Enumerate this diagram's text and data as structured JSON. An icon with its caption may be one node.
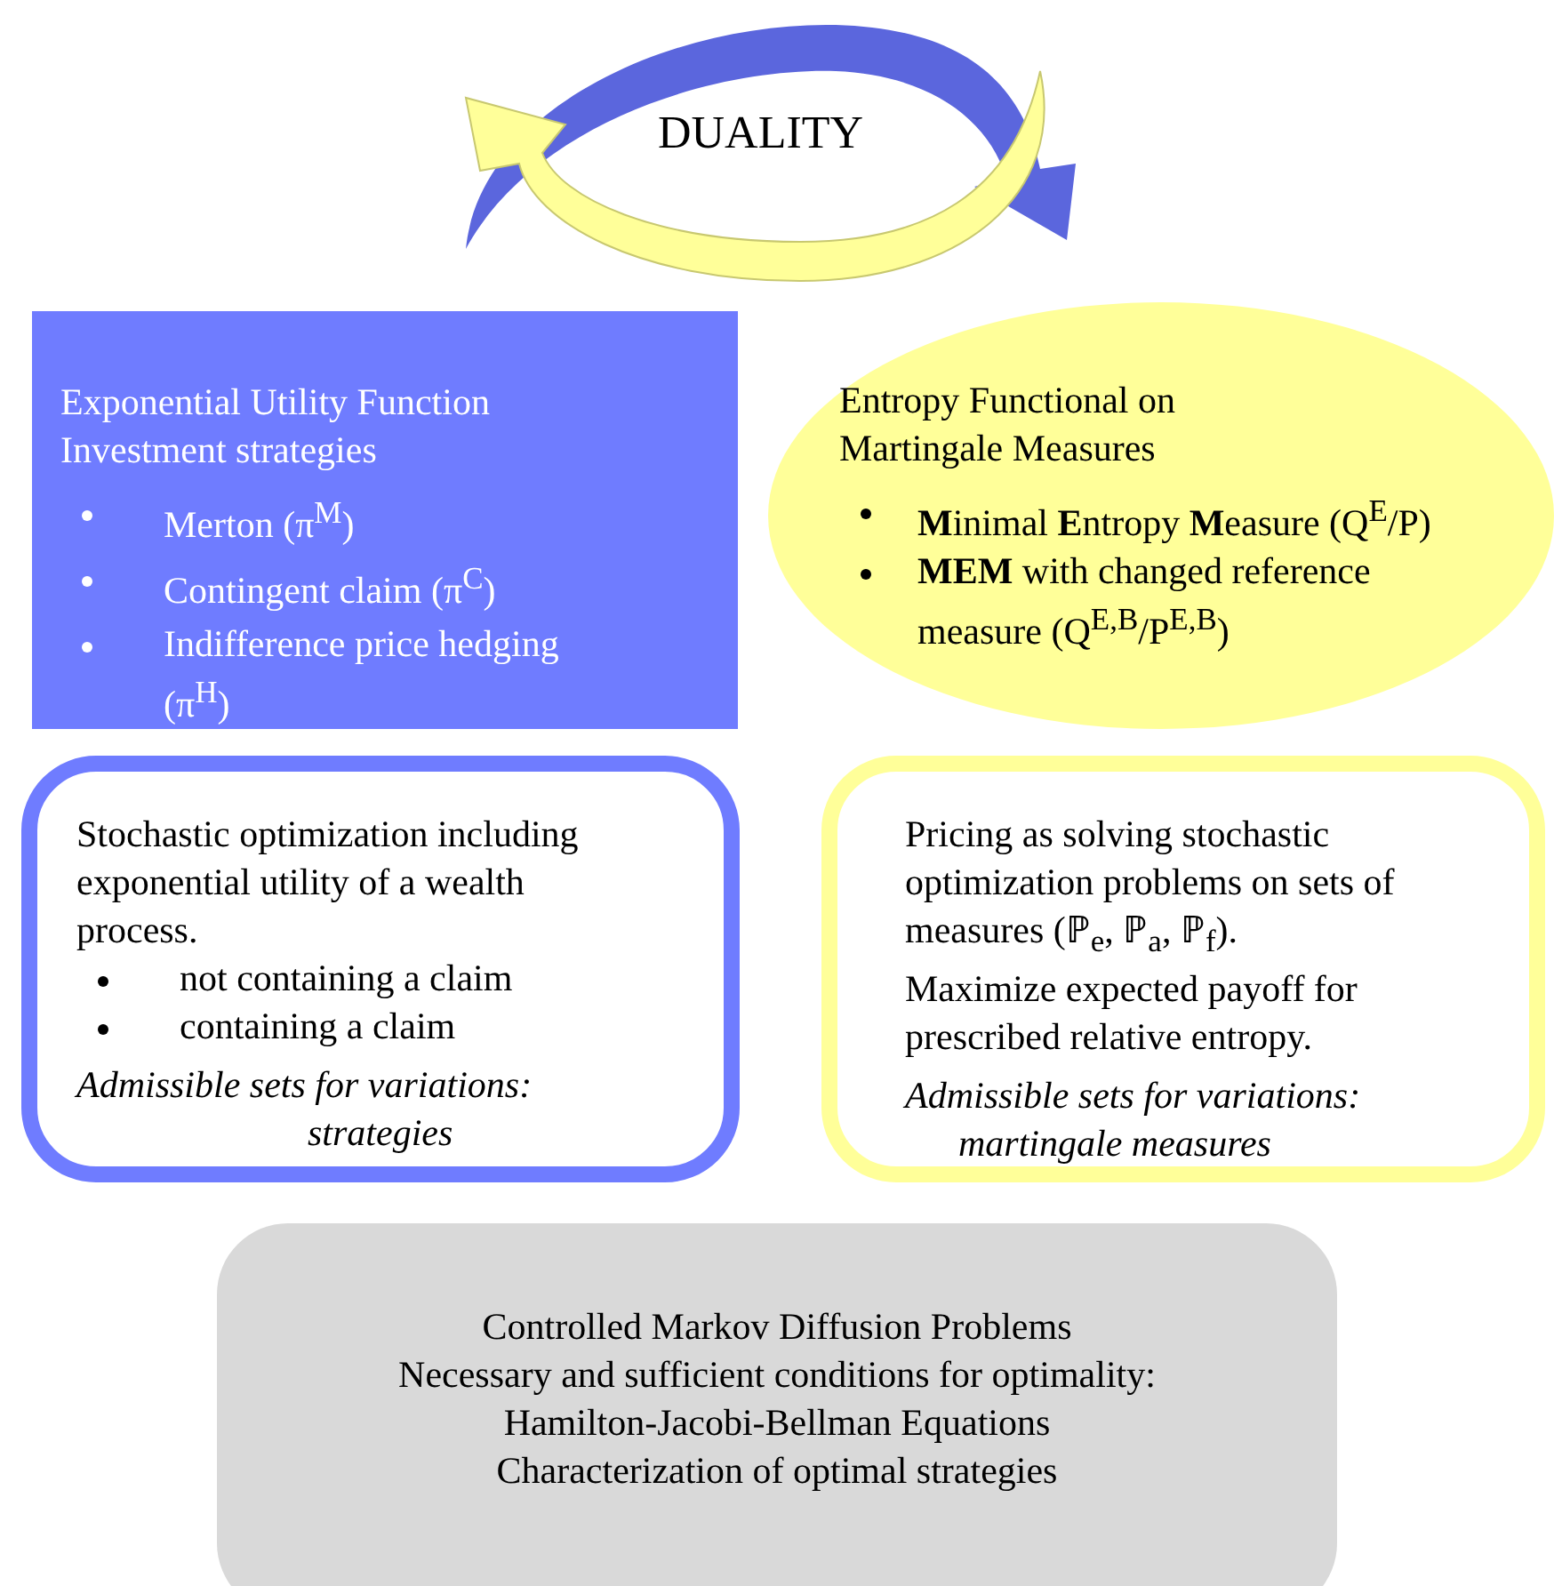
{
  "diagram": {
    "nodes": [
      {
        "text": [
          "Exponential Utility Function Investment strategies",
          "Merton (π$^{M}$)",
          "Contingent claim (π$^{C}$)",
          "Indifference price hedging (π$^{H}$)"
        ]
      },
      {
        "text": [
          "Entropy Functional on Martingale Measures",
          "**M**inimal **E**ntropy **M**easure (Q$^{E}$/P)",
          "**MEM** with changed reference measure (Q$^{E,B}$/P$^{E,B}$)"
        ]
      },
      {
        "text": [
          "Stochastic optimization including exponential utility of a wealth process.",
          "not containing a claim",
          "containing a claim",
          "Admissible sets for variations: strategies"
        ]
      },
      {
        "text": [
          "Pricing as solving stochastic optimization problems on sets of measures (ℙ$_{e}$, ℙ$_{a}$, ℙ$_{f}$).",
          "Maximize expected payoff for prescribed relative entropy.",
          "Admissible sets for variations: martingale measures"
        ]
      },
      {
        "text": [
          "Controlled Markov Diffusion Problems",
          "Necessary and sufficient conditions for optimality:",
          "Hamilton-Jacobi-Bellman Equations",
          "Characterization of optimal strategies"
        ]
      }
    ],
    "labels": [
      "DUALITY"
    ]
  }
}
